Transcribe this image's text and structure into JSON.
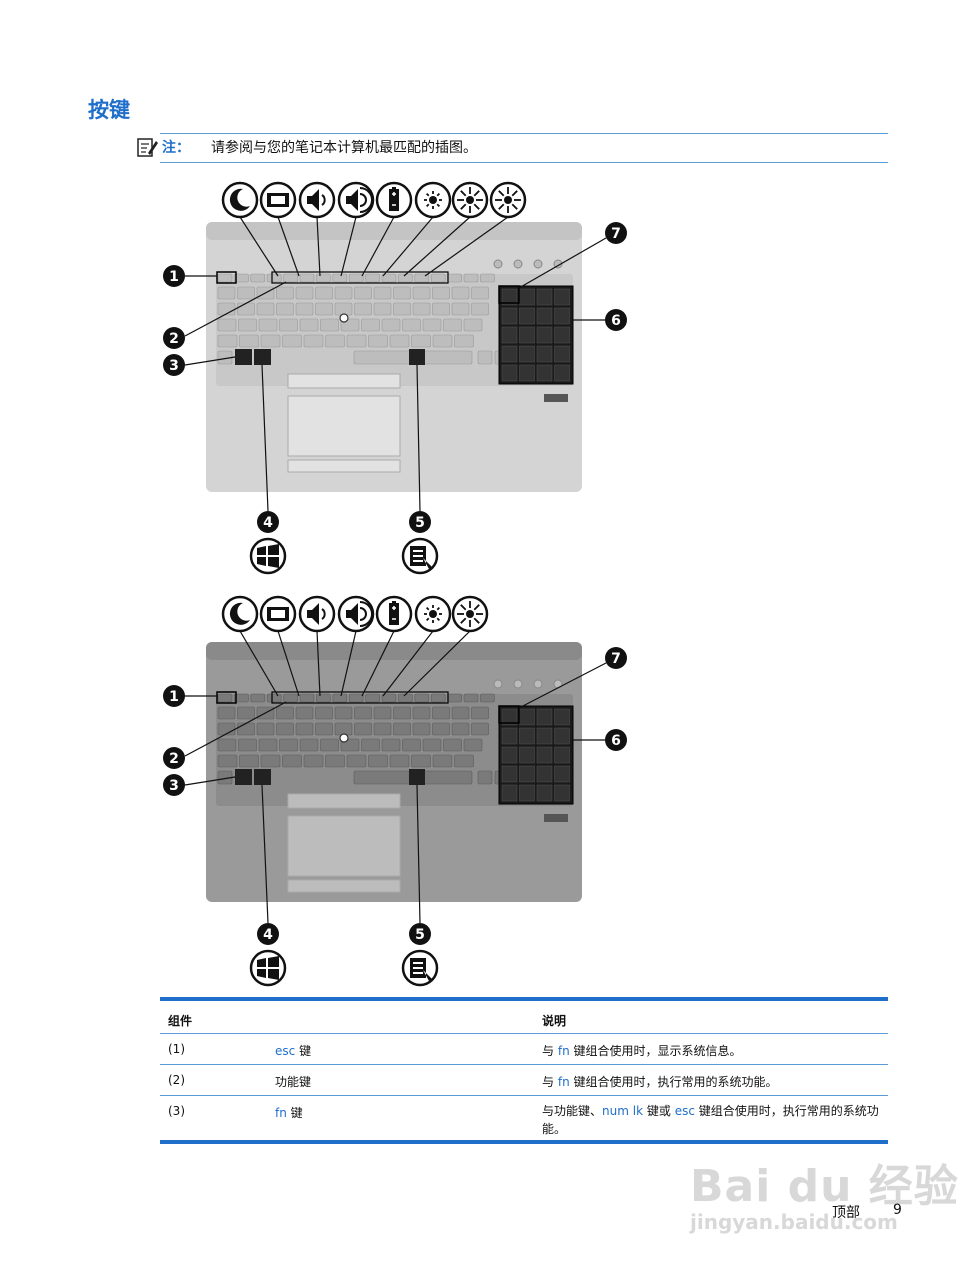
{
  "section_title": "按键",
  "note": {
    "label": "注：",
    "text": "请参阅与您的笔记本计算机最匹配的插图。"
  },
  "callouts": [
    "1",
    "2",
    "3",
    "4",
    "5",
    "6",
    "7"
  ],
  "table": {
    "headers": [
      "组件",
      "说明"
    ],
    "rows": [
      {
        "num": "(1)",
        "component_parts": [
          "esc",
          "键"
        ],
        "desc_parts": [
          "与",
          "fn",
          "键组合使用时，显示系统信息。"
        ]
      },
      {
        "num": "(2)",
        "component": "功能键",
        "desc_parts": [
          "与",
          "fn",
          "键组合使用时，执行常用的系统功能。"
        ]
      },
      {
        "num": "(3)",
        "component_parts": [
          "fn",
          "键"
        ],
        "desc_parts": [
          "与功能键、",
          "num lk",
          "键或",
          "esc",
          "键组合使用时，执行常用的系统功能。"
        ]
      }
    ]
  },
  "footer": {
    "section": "顶部",
    "page": "9"
  },
  "watermark": {
    "brand": "Bai du 经验",
    "url": "jingyan.baidu.com"
  },
  "colors": {
    "accent": "#1f6ec9",
    "rule": "#5b9bd5"
  }
}
